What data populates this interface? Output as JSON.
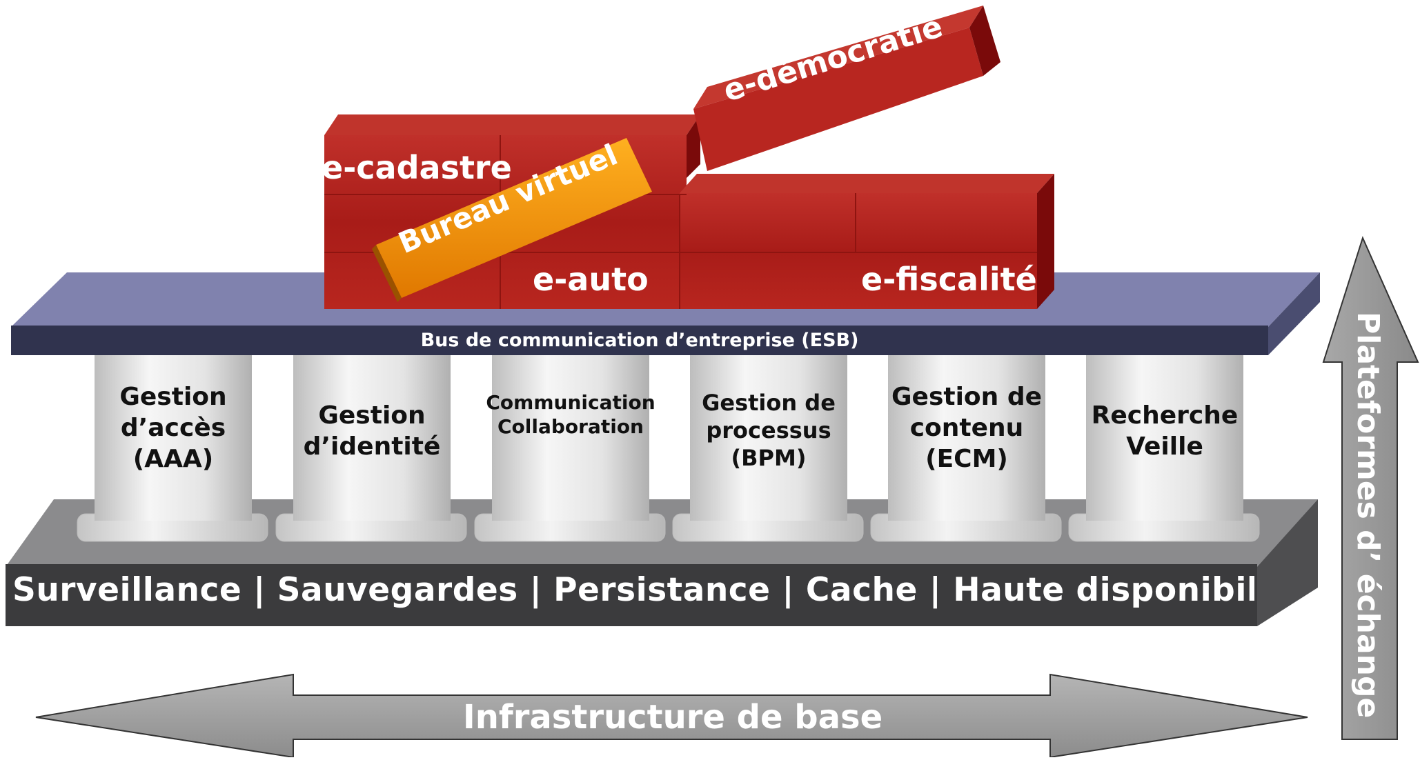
{
  "services": {
    "cadastre": "e-cadastre",
    "auto": "e-auto",
    "fiscalite": "e-fiscalité",
    "democratie": "e-démocratie",
    "bureau": "Bureau virtuel"
  },
  "bus_label": "Bus de communication d’entreprise (ESB)",
  "pillars": [
    {
      "lines": [
        "Gestion",
        "d’accès",
        "(AAA)"
      ]
    },
    {
      "lines": [
        "Gestion",
        "d’identité"
      ]
    },
    {
      "lines": [
        "Communication",
        "Collaboration"
      ]
    },
    {
      "lines": [
        "Gestion de",
        "processus",
        "(BPM)"
      ]
    },
    {
      "lines": [
        "Gestion de",
        "contenu",
        "(ECM)"
      ]
    },
    {
      "lines": [
        "Recherche",
        "Veille"
      ]
    }
  ],
  "base_label": "Surveillance | Sauvegardes | Persistance | Cache | Haute disponibilité",
  "infra_label": "Infrastructure de base",
  "platforms_label": "Plateformes d’ échange",
  "colors": {
    "brick": "#b01e1e",
    "brick_dark": "#7a0a0a",
    "bus": "#7f81b0",
    "bus_dark": "#2f3250",
    "base": "#3e3e40",
    "base_top": "#8a8a8c",
    "arrow": "#9a9a9a",
    "bureau": "#f08c00"
  }
}
